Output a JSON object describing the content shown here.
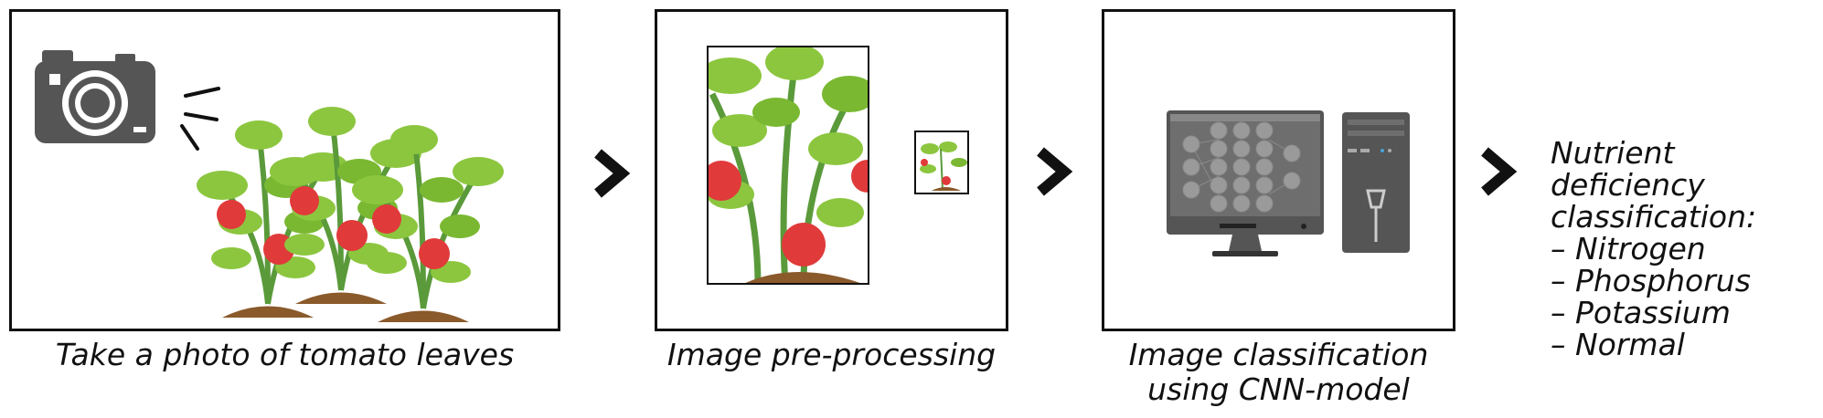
{
  "stages": [
    {
      "caption_lines": [
        "Take a photo of tomato leaves"
      ]
    },
    {
      "caption_lines": [
        "Image pre-processing"
      ]
    },
    {
      "caption_lines": [
        "Image classification",
        "using CNN-model"
      ]
    }
  ],
  "result": {
    "title_lines": [
      "Nutrient deficiency",
      "classification:"
    ],
    "items": [
      "– Nitrogen",
      "– Phosphorus",
      "– Potassium",
      "– Normal"
    ]
  },
  "icons": {
    "camera": "camera-icon",
    "plants": "tomato-plant-icon",
    "computer": "desktop-computer-icon",
    "arrow": "chevron-right-icon"
  },
  "colors": {
    "leaf": "#8cc63f",
    "leaf_dark": "#5e9f2e",
    "stem": "#5a9a3a",
    "tomato": "#e03a3a",
    "soil": "#8a5a2b",
    "device": "#555555",
    "outline": "#111111"
  }
}
